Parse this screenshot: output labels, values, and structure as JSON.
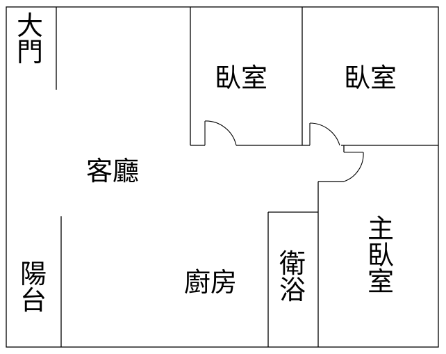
{
  "rooms": {
    "entrance": [
      "大",
      "門"
    ],
    "bedroom_1": "臥室",
    "bedroom_2": "臥室",
    "living_room": "客廳",
    "balcony": [
      "陽",
      "台"
    ],
    "kitchen": "廚房",
    "bathroom": [
      "衛",
      "浴"
    ],
    "master_bedroom": [
      "主",
      "臥",
      "室"
    ]
  },
  "colors": {
    "wall": "#000000",
    "background": "#ffffff"
  }
}
